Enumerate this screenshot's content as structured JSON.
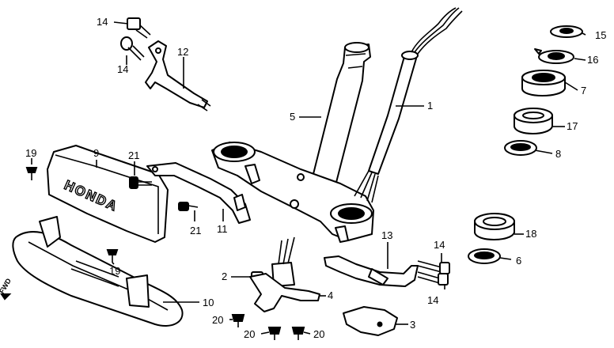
{
  "diagram": {
    "emblem_text": "HONDA",
    "direction_marker": "FWD",
    "callouts": [
      {
        "id": "c14a",
        "label": "14"
      },
      {
        "id": "c14b",
        "label": "14"
      },
      {
        "id": "c12",
        "label": "12"
      },
      {
        "id": "c15",
        "label": "15"
      },
      {
        "id": "c16",
        "label": "16"
      },
      {
        "id": "c7",
        "label": "7"
      },
      {
        "id": "c1",
        "label": "1"
      },
      {
        "id": "c5",
        "label": "5"
      },
      {
        "id": "c17",
        "label": "17"
      },
      {
        "id": "c8",
        "label": "8"
      },
      {
        "id": "c19a",
        "label": "19"
      },
      {
        "id": "c9",
        "label": "9"
      },
      {
        "id": "c21a",
        "label": "21"
      },
      {
        "id": "c21b",
        "label": "21"
      },
      {
        "id": "c11",
        "label": "11"
      },
      {
        "id": "c18",
        "label": "18"
      },
      {
        "id": "c19b",
        "label": "19"
      },
      {
        "id": "c13",
        "label": "13"
      },
      {
        "id": "c14c",
        "label": "14"
      },
      {
        "id": "c6",
        "label": "6"
      },
      {
        "id": "c2",
        "label": "2"
      },
      {
        "id": "c14d",
        "label": "14"
      },
      {
        "id": "c10",
        "label": "10"
      },
      {
        "id": "c4",
        "label": "4"
      },
      {
        "id": "c20a",
        "label": "20"
      },
      {
        "id": "c3",
        "label": "3"
      },
      {
        "id": "c20b",
        "label": "20"
      },
      {
        "id": "c20c",
        "label": "20"
      }
    ]
  }
}
